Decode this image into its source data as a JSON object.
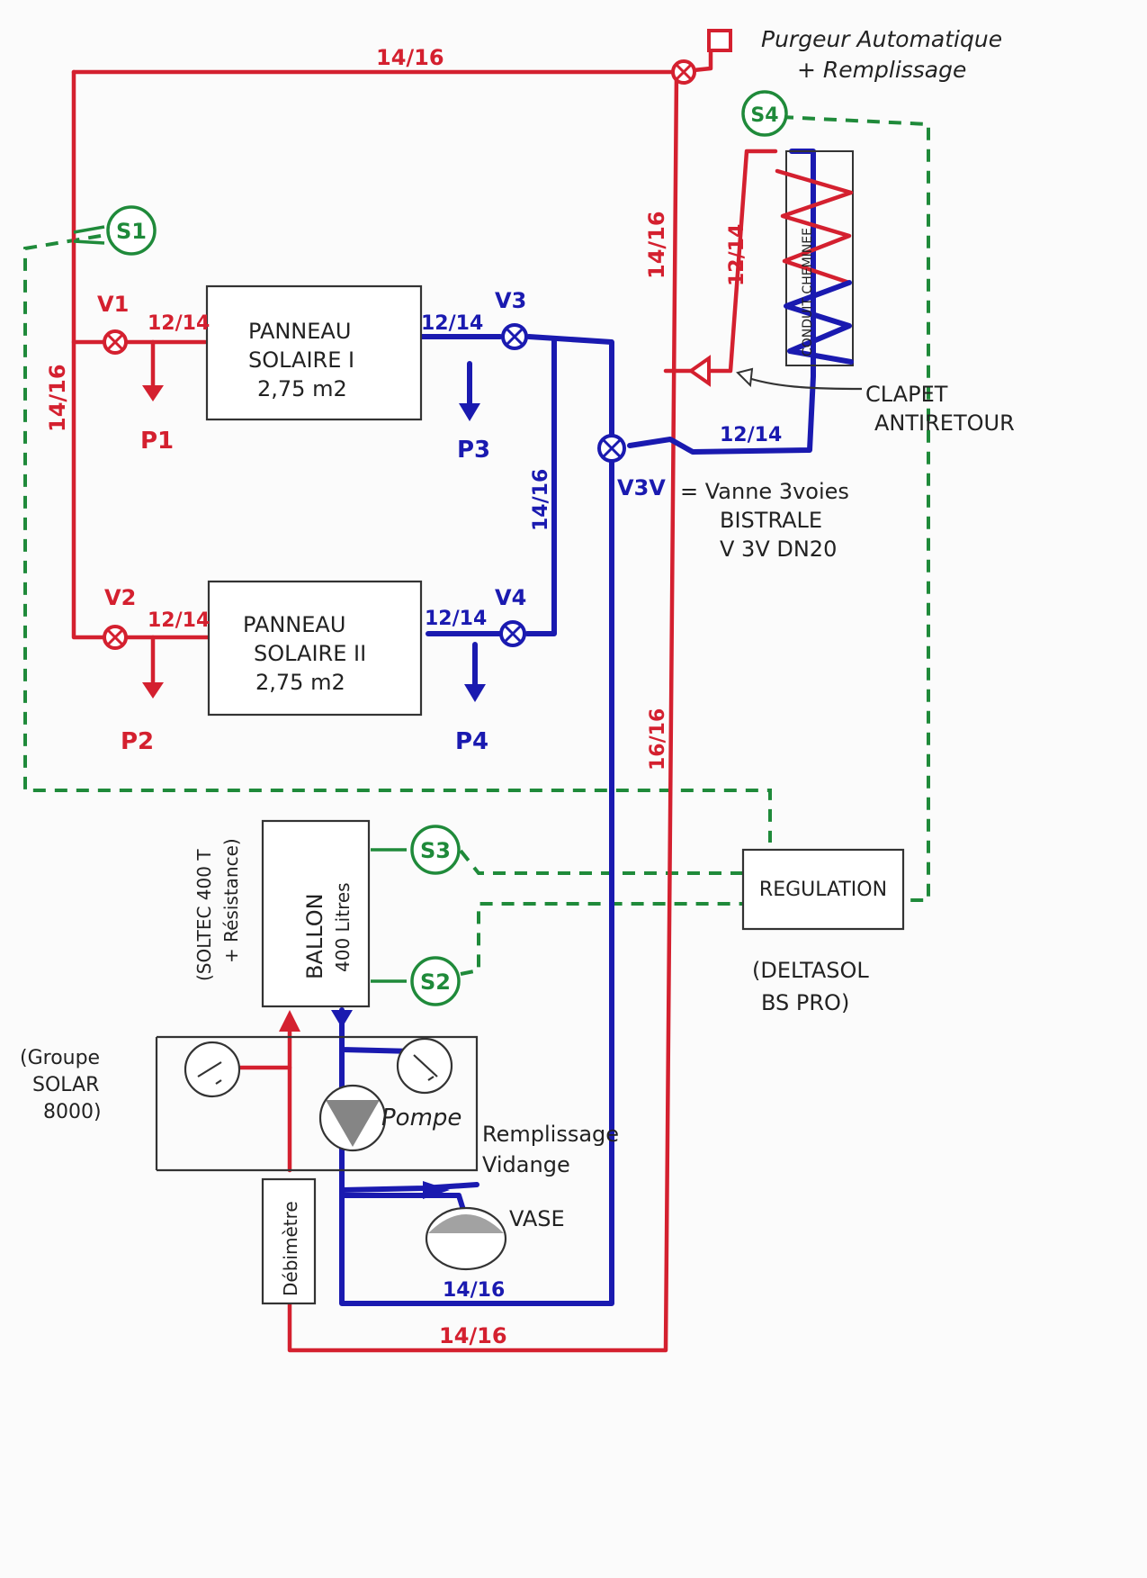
{
  "purgeur": {
    "line1": "Purgeur Automatique",
    "line2": "+ Remplissage"
  },
  "pipes": {
    "top": "14/16",
    "left": "14/16",
    "rightvert": "14/16",
    "p1in": "12/14",
    "p1out": "12/14",
    "p2in": "12/14",
    "p2out": "12/14",
    "bluevert": "14/16",
    "coil": "12/14",
    "coilreturn": "12/14",
    "redlow": "16/16",
    "bluebottom": "14/16",
    "redbottom": "14/16"
  },
  "sensors": {
    "s1": "S1",
    "s2": "S2",
    "s3": "S3",
    "s4": "S4"
  },
  "valves": {
    "v1": "V1",
    "v2": "V2",
    "v3": "V3",
    "v4": "V4",
    "v3v": "V3V"
  },
  "purges": {
    "p1": "P1",
    "p2": "P2",
    "p3": "P3",
    "p4": "P4"
  },
  "panel1": {
    "l1": "PANNEAU",
    "l2": "SOLAIRE I",
    "l3": "2,75 m2"
  },
  "panel2": {
    "l1": "PANNEAU",
    "l2": "SOLAIRE II",
    "l3": "2,75 m2"
  },
  "v3v_desc": {
    "l1": "= Vanne 3voies",
    "l2": "BISTRALE",
    "l3": "V 3V DN20"
  },
  "clapet": {
    "l1": "CLAPET",
    "l2": "ANTIRETOUR"
  },
  "coil_label": "CONDUIT CHEMINEE",
  "regulation": {
    "label": "REGULATION",
    "paren1": "(DELTASOL",
    "paren2": "BS PRO)"
  },
  "ballon": {
    "l1": "BALLON",
    "l2": "400 Litres",
    "side1": "(SOLTEC 400 T",
    "side2": "+ Résistance)"
  },
  "groupe": {
    "l1": "(Groupe",
    "l2": "SOLAR",
    "l3": "8000)"
  },
  "pompe": "Pompe",
  "remplissage": {
    "l1": "Remplissage",
    "l2": "Vidange"
  },
  "vase": "VASE",
  "debimetre": "Débimètre",
  "colors": {
    "hot": "#d4202f",
    "cold": "#1a1ab0",
    "sensor": "#1f8a3a"
  }
}
